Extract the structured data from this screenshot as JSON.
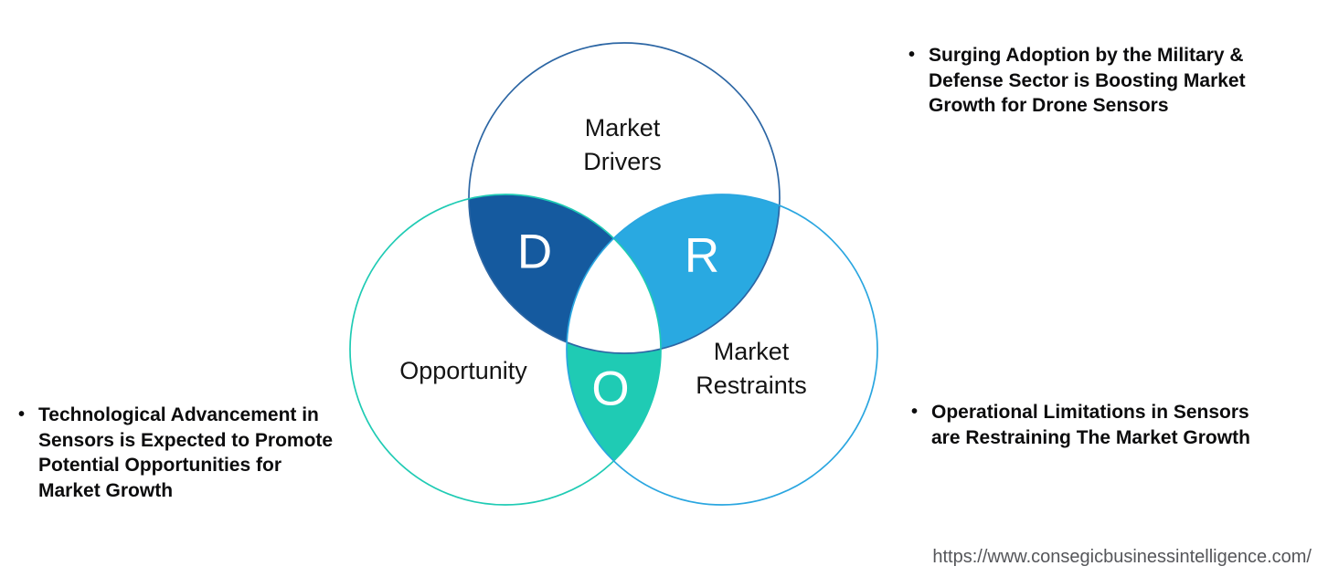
{
  "venn": {
    "drivers": {
      "label_line1": "Market",
      "label_line2": "Drivers",
      "letter": "D",
      "outline_color": "#2c66a4",
      "overlap_fill": "#155a9f"
    },
    "opportunity": {
      "label": "Opportunity",
      "letter": "O",
      "outline_color": "#1fcbb4",
      "overlap_fill": "#1fcbb4"
    },
    "restraints": {
      "label_line1": "Market",
      "label_line2": "Restraints",
      "letter": "R",
      "outline_color": "#2aa6e0",
      "overlap_fill": "#29a9e1"
    },
    "center_fill": "#ffffff",
    "letter_color": "#ffffff"
  },
  "bullets": {
    "marker": "•",
    "military": {
      "lines": [
        "Surging Adoption by the Military &",
        "Defense Sector is Boosting Market",
        "Growth for Drone Sensors"
      ]
    },
    "technology": {
      "lines": [
        "Technological Advancement in",
        "Sensors is Expected to Promote",
        "Potential Opportunities for",
        "Market Growth"
      ]
    },
    "operational": {
      "lines": [
        "Operational Limitations in Sensors",
        "are Restraining The Market Growth"
      ]
    }
  },
  "footer": {
    "url": "https://www.consegicbusinessintelligence.com/"
  }
}
